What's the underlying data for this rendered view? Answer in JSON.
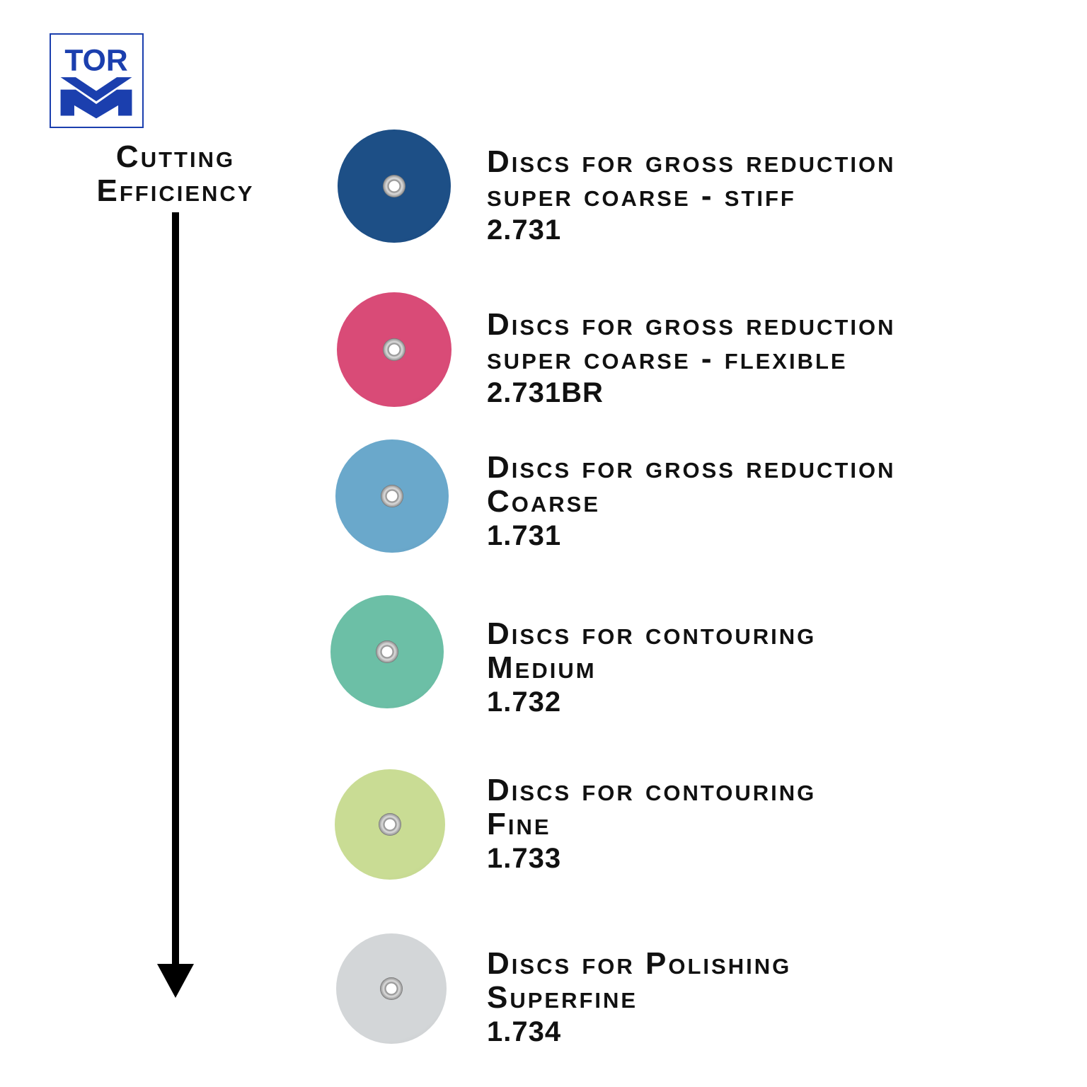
{
  "logo": {
    "text": "TOR M"
  },
  "axis": {
    "title_line1": "Cutting",
    "title_line2": "Efficiency"
  },
  "products": [
    {
      "title": "Discs for gross reduction",
      "grade": "super coarse - stiff",
      "code": "2.731",
      "color": "#1d4f86"
    },
    {
      "title": "Discs for gross reduction",
      "grade": "super coarse - flexible",
      "code": "2.731BR",
      "color": "#d94b77"
    },
    {
      "title": "Discs for gross reduction",
      "grade": "Coarse",
      "code": "1.731",
      "color": "#6aa8cb"
    },
    {
      "title": "Discs for contouring",
      "grade": "Medium",
      "code": "1.732",
      "color": "#6cbfa6"
    },
    {
      "title": "Discs for contouring",
      "grade": "Fine",
      "code": "1.733",
      "color": "#c9dc94"
    },
    {
      "title": "Discs for Polishing",
      "grade": "Superfine",
      "code": "1.734",
      "color": "#d3d6d8"
    }
  ]
}
